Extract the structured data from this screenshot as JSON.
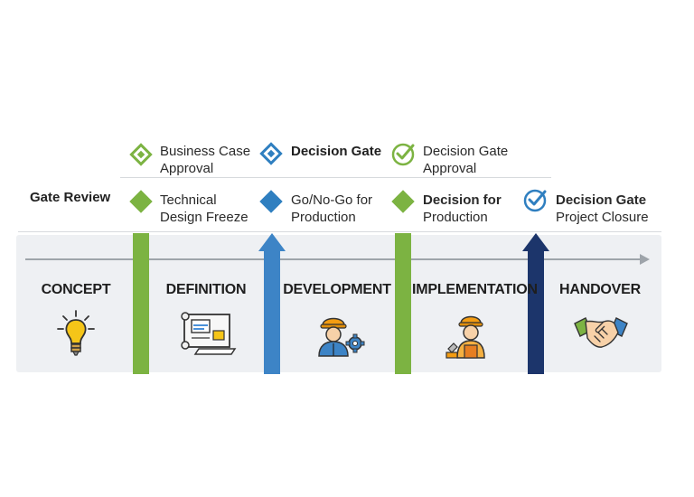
{
  "gate_row_title": "Gate Review",
  "top_row": {
    "g1": {
      "line1": "Business Case",
      "line2": "Approval"
    },
    "g2": {
      "line1": "Decision Gate"
    },
    "g3": {
      "line1": "Decision Gate",
      "line2": "Approval"
    }
  },
  "mid_row": {
    "g1": {
      "line1": "Technical",
      "line2": "Design Freeze"
    },
    "g2": {
      "line1": "Go/No-Go for",
      "line2": "Production"
    },
    "g3": {
      "line1": "Decision for",
      "line2": "Production"
    },
    "g4": {
      "line1": "Decision Gate",
      "line2": "Project Closure"
    }
  },
  "phases": [
    {
      "title": "CONCEPT",
      "icon": "lightbulb-icon"
    },
    {
      "title": "DEFINITION",
      "icon": "blueprint-icon"
    },
    {
      "title": "DEVELOPMENT",
      "icon": "engineer-gear-icon"
    },
    {
      "title": "IMPLEMENTATION",
      "icon": "worker-icon"
    },
    {
      "title": "HANDOVER",
      "icon": "handshake-icon"
    }
  ],
  "colors": {
    "green": "#7cb342",
    "blue": "#3d84c6",
    "navy": "#1c356b",
    "band": "#eef0f3"
  }
}
